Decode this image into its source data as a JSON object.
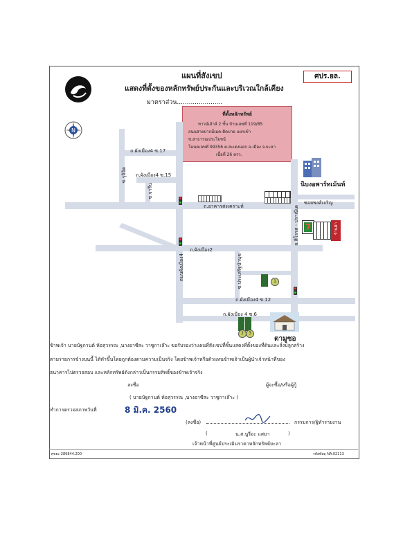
{
  "header": {
    "title": "แผนที่สังเขป",
    "subtitle": "แสดงที่ตั้งของหลักทรัพย์ประกันและบริเวณใกล้เคียง",
    "scale_label": "มาตราส่วน.......................",
    "badge": "ศปร.ยล."
  },
  "property_box": {
    "heading": "ที่ตั้งหลักทรัพย์",
    "lines": [
      "ทาวน์เฮ้าส์ 2 ชั้น บ้านเลขที่ 119/85",
      "ถนนสายปากมีเมต-ติดบาย  แยกเข้า ซ.สาธารณประโยชน์",
      "โฉนดเลขที่ 99356  ต.สะเตงนอก อ.เมือง จ.ยะลา",
      "เนื้อที่ 26 ตรว."
    ]
  },
  "map": {
    "roads": {
      "songkhro": "ถ.อาคารสงเคราะห์",
      "phangmueang2": "ถ.ผังเมือง2",
      "phangmueang4_12": "ถ.ผังเมือง4 ซ.12",
      "phangmueang4_6": "ถ.ผังเมือง 4 ซ.6",
      "phangmueang4_17": "ถ.ผังเมือง4 ซ.17",
      "phangmueang4_15": "ถ.ผังเมือง4 ซ.15",
      "phangmueang4_main": "ถนนผังเมือง4",
      "sidang": "ถ.สิโรรส - ปราณีเด",
      "soi_chaloen": "ซอยพงศ์เจริญ",
      "soi_prasert": "ซ.ประเสริฐนำนุช",
      "soi_charin": "ซ.จารีน",
      "soi_rue": "ซ.รุจิจิต"
    },
    "landmarks": {
      "apartment": "นิบงอพาร์ทเม้นท์",
      "market": "ตามูซอ",
      "sevenlabel": "7",
      "shop_label": "ร้านค้า"
    },
    "markers": [
      "1",
      "2",
      "3"
    ]
  },
  "statement": {
    "line1": "ข้าพเจ้า นายนัฐกานต์ ห้อสุวรรณ ,นางอาซีสะ วาซูกาเล๊าะ  ขอรับรองว่าแผนที่สังเขปที่ชิ้นแสดงที่ตั้งของที่ดินและสิ่งปลูกสร้าง",
    "line2": "ตามรายการข้างบนนี้  ได้ทำขึ้นโดยถูกต้องตามความเป็นจริง        โดยข้าพเจ้าหรือตัวแทนข้าพเจ้าเป็นผู้นำเจ้าหน้าที่ของ",
    "line3": "ธนาคารไปตรวจสอบ  และหลักทรัพย์ดังกล่าวเป็นกรรมสิทธิ์ของข้าพเจ้าจริง",
    "sign_label": "ลงชื่อ",
    "owner_label": "ผู้จะซื้อ/หรือผู้กู้",
    "owner_names": "( นายนัฐกานต์ ห้อสุวรรณ ,นางอาซีสะ วาซูกาเล๊าะ  )",
    "inspection_label": "ทำการตรวจสภาพวันที่",
    "inspection_date": "8 มิ.ค. 2560",
    "officer_sign_label": "(ลงชื่อ)",
    "officer_role": "กรรมการ/ผู้ทำรายงาน",
    "officer_name": "น.ส.นูรีอะ  แสมา",
    "officer_title": "เจ้าหน้าที่ศูนย์ประเมินราคาหลักทรัพย์ยะลา"
  },
  "footer": {
    "left_code": "ศุขยะ 289844.200",
    "right_code": "รหัสพัสดุ NA.02113"
  }
}
